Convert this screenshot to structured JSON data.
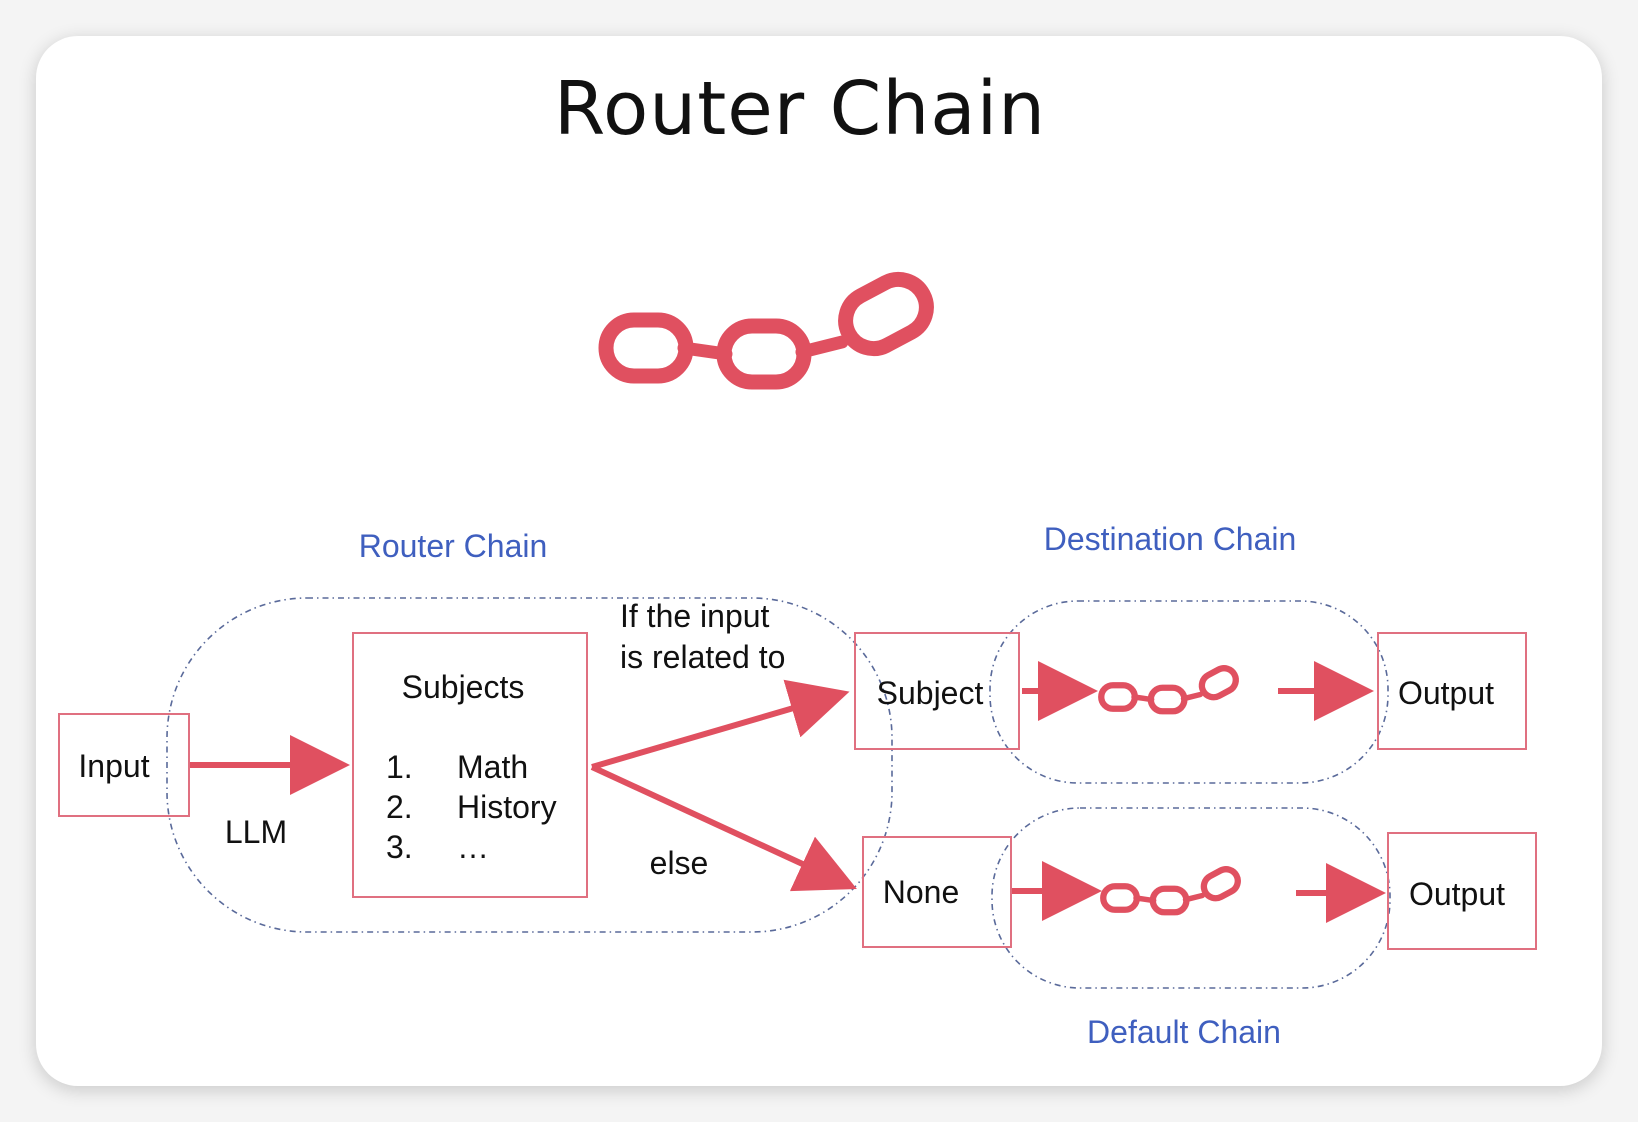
{
  "title": "Router Chain",
  "colors": {
    "accent": "#e05060",
    "group_label": "#3f5fbf",
    "text": "#111111",
    "dashed_border": "#5a6a9a"
  },
  "icons": {
    "hero": "chain-link-icon",
    "destination": "chain-link-icon",
    "default": "chain-link-icon"
  },
  "diagram": {
    "groups": {
      "router": "Router Chain",
      "destination": "Destination Chain",
      "default": "Default Chain"
    },
    "input_label": "Input",
    "llm_label": "LLM",
    "subjects": {
      "heading": "Subjects",
      "items": [
        {
          "num": "1.",
          "label": "Math"
        },
        {
          "num": "2.",
          "label": "History"
        },
        {
          "num": "3.",
          "label": "…"
        }
      ]
    },
    "condition": [
      "If the input",
      "is related to"
    ],
    "else_label": "else",
    "subject_label": "Subject",
    "none_label": "None",
    "output_top": "Output",
    "output_bottom": "Output"
  }
}
